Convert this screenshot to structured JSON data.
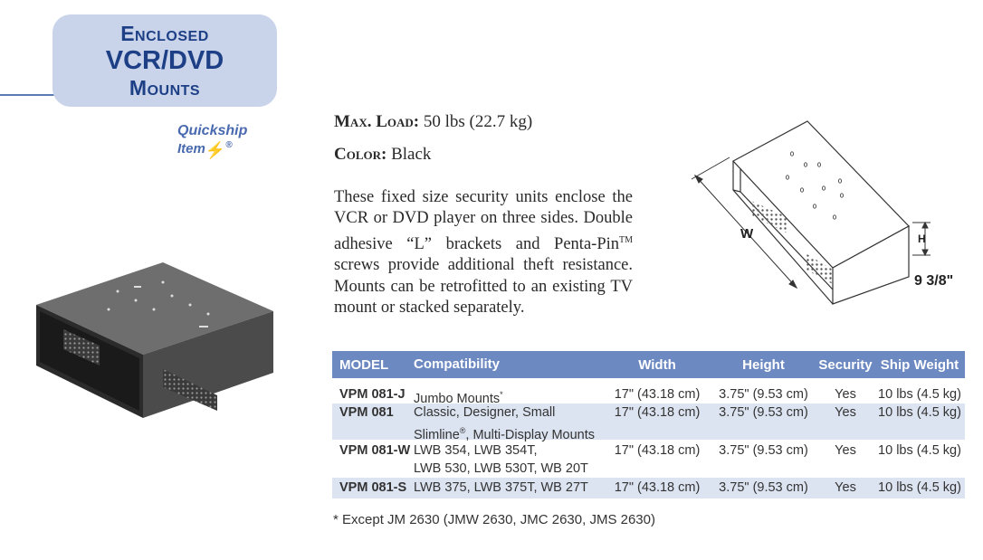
{
  "header": {
    "title_line1": "Enclosed",
    "title_line2": "VCR/DVD",
    "title_line3": "Mounts",
    "quickship_line1": "Quickship",
    "quickship_line2": "Item",
    "quickship_icon": "lightning-bolt-icon",
    "registered_mark": "®"
  },
  "specs": {
    "max_load_label": "Max. Load:",
    "max_load_value": "50 lbs (22.7 kg)",
    "color_label": "Color:",
    "color_value": "Black"
  },
  "description": {
    "part1": "These fixed size security units enclose the VCR or DVD player on three sides. Double adhesive “L” brackets and Penta-Pin",
    "tm": "TM",
    "part2": " screws provide additional theft resistance. Mounts can be retrofitted to an existing TV mount or stacked separately."
  },
  "diagram": {
    "width_label": "W",
    "height_label": "H",
    "depth_label": "9 3/8\""
  },
  "table": {
    "headers": {
      "model": "MODEL",
      "compatibility": "Compatibility",
      "width": "Width",
      "height": "Height",
      "security": "Security",
      "ship_weight": "Ship Weight"
    },
    "rows": [
      {
        "model": "VPM 081-J",
        "comp_line1": "Jumbo Mounts",
        "comp_sup": "*",
        "comp_line2": "",
        "width": "17\" (43.18 cm)",
        "height": "3.75\" (9.53 cm)",
        "security": "Yes",
        "ship_weight": "10 lbs (4.5 kg)"
      },
      {
        "model": "VPM 081",
        "comp_line1": "Classic, Designer, Small",
        "comp_line2a": "Slimline",
        "comp_sup": "®",
        "comp_line2b": ", Multi-Display Mounts",
        "width": "17\" (43.18 cm)",
        "height": "3.75\" (9.53 cm)",
        "security": "Yes",
        "ship_weight": "10 lbs (4.5 kg)"
      },
      {
        "model": "VPM 081-W",
        "comp_line1": "LWB 354, LWB 354T,",
        "comp_line2": "LWB 530, LWB 530T, WB 20T",
        "width": "17\" (43.18 cm)",
        "height": "3.75\" (9.53 cm)",
        "security": "Yes",
        "ship_weight": "10 lbs (4.5 kg)"
      },
      {
        "model": "VPM 081-S",
        "comp_line1": "LWB 375, LWB 375T, WB 27T",
        "comp_line2": "",
        "width": "17\" (43.18 cm)",
        "height": "3.75\" (9.53 cm)",
        "security": "Yes",
        "ship_weight": "10 lbs (4.5 kg)"
      }
    ]
  },
  "footnote": "*   Except JM 2630 (JMW 2630, JMC 2630, JMS 2630)",
  "colors": {
    "accent_blue": "#6d89c2",
    "badge_fill": "#c9d4ea",
    "title_text": "#1d3f86",
    "row_alt": "#dde4f1"
  }
}
